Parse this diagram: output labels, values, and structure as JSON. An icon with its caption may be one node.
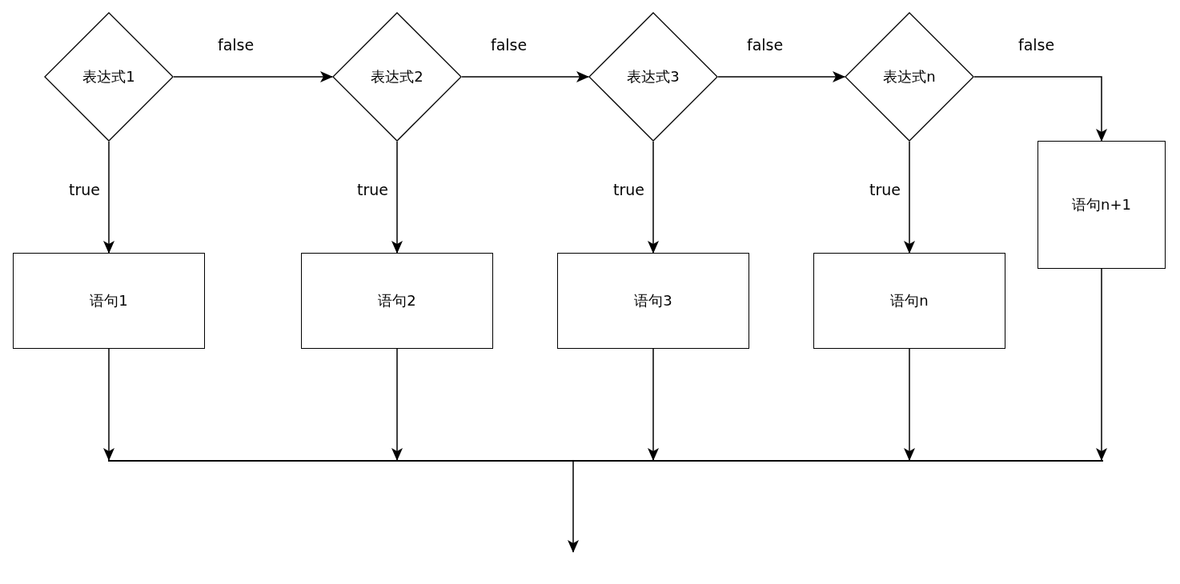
{
  "diagram": {
    "nodes": [
      {
        "text": [
          "表达式1"
        ]
      },
      {
        "text": [
          "表达式2"
        ]
      },
      {
        "text": [
          "表达式3"
        ]
      },
      {
        "text": [
          "表达式n"
        ]
      },
      {
        "text": [
          "语句1"
        ]
      },
      {
        "text": [
          "语句2"
        ]
      },
      {
        "text": [
          "语句3"
        ]
      },
      {
        "text": [
          "语句n"
        ]
      },
      {
        "text": [
          "语句n+1"
        ]
      },
      {
        "text": [],
        "shape": "bar"
      }
    ],
    "edges": [
      {
        "from": 0,
        "to": 1,
        "arrow": "to",
        "label": "false"
      },
      {
        "from": 1,
        "to": 2,
        "arrow": "to",
        "label": "false"
      },
      {
        "from": 2,
        "to": 3,
        "arrow": "to",
        "label": "false"
      },
      {
        "from": 3,
        "to": 8,
        "arrow": "to",
        "label": "false"
      },
      {
        "from": 0,
        "to": 4,
        "arrow": "to",
        "label": "true"
      },
      {
        "from": 1,
        "to": 5,
        "arrow": "to",
        "label": "true"
      },
      {
        "from": 2,
        "to": 6,
        "arrow": "to",
        "label": "true"
      },
      {
        "from": 3,
        "to": 7,
        "arrow": "to",
        "label": "true"
      },
      {
        "from": 4,
        "to": 9,
        "arrow": "to"
      },
      {
        "from": 5,
        "to": 9,
        "arrow": "to"
      },
      {
        "from": 6,
        "to": 9,
        "arrow": "to"
      },
      {
        "from": 7,
        "to": 9,
        "arrow": "to"
      },
      {
        "from": 8,
        "to": 9,
        "arrow": "to"
      },
      {
        "from": 9,
        "to": null,
        "arrow": "to"
      }
    ]
  }
}
